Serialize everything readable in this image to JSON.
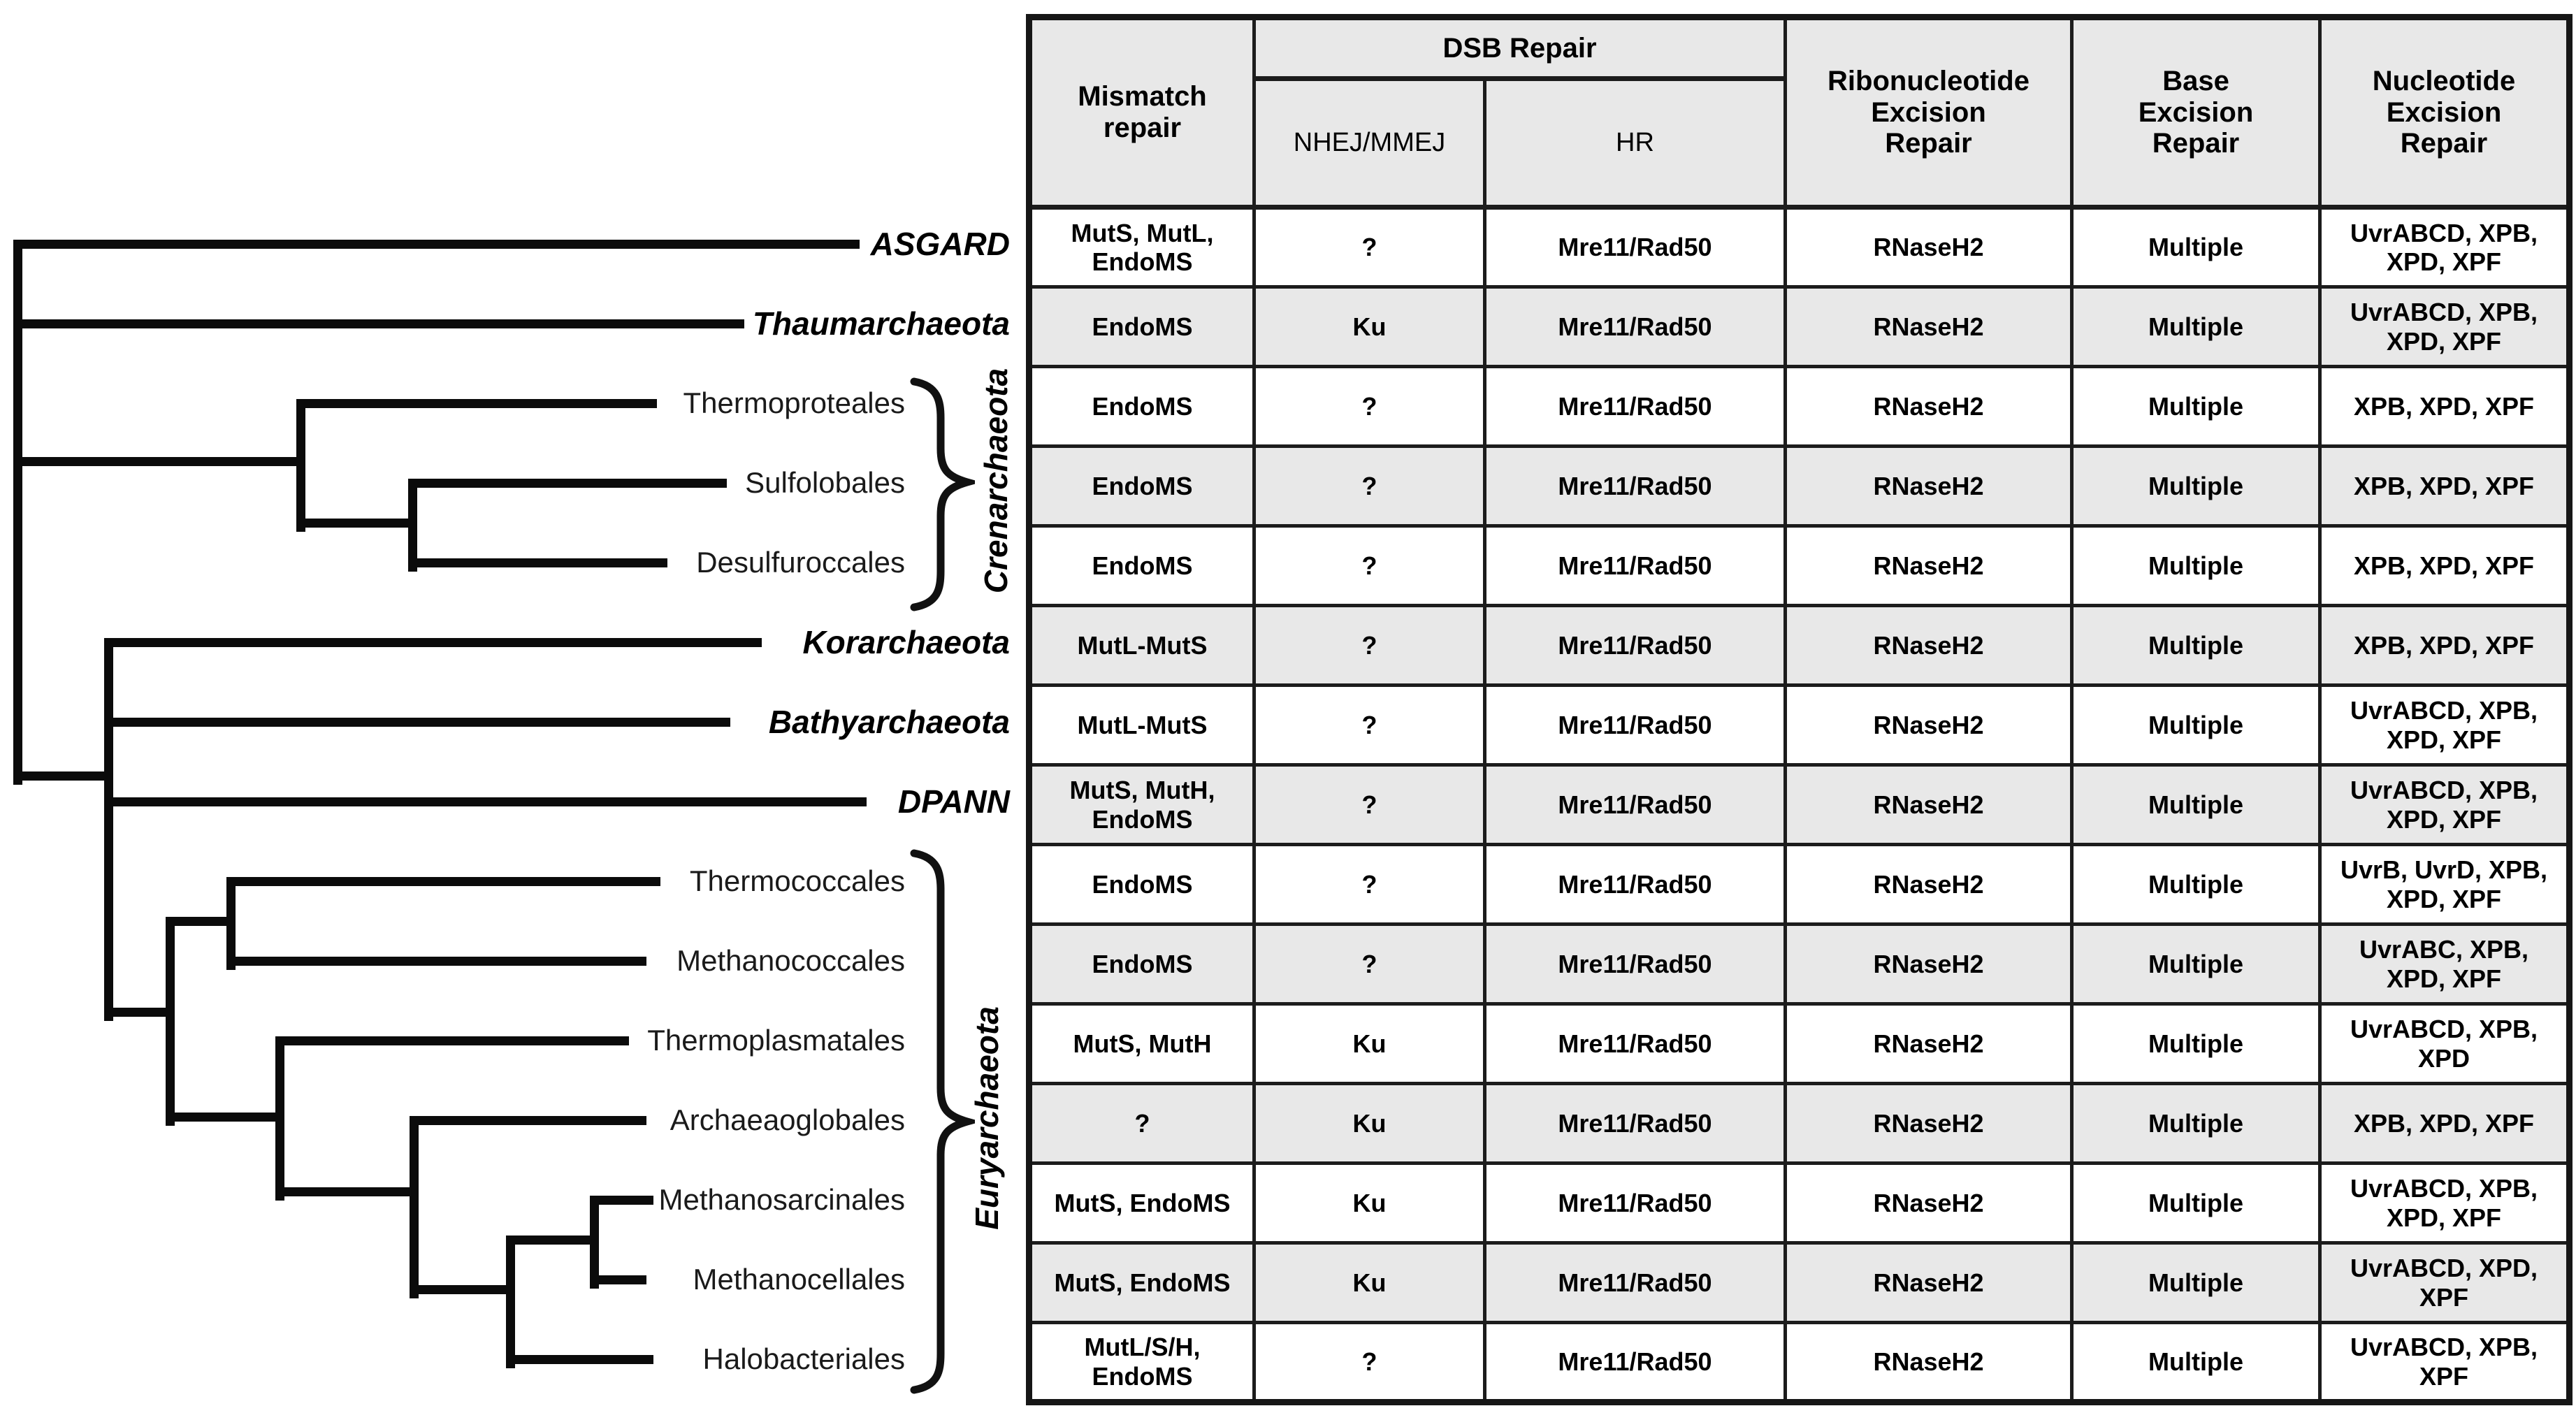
{
  "colors": {
    "row_shade_gray": "#e8e8e8",
    "line_black": "#0b0b0b",
    "table_border": "#1c1c1c",
    "background": "#ffffff"
  },
  "tree": {
    "leaves": [
      {
        "label": "ASGARD",
        "rank": "phylum"
      },
      {
        "label": "Thaumarchaeota",
        "rank": "phylum"
      },
      {
        "label": "Thermoproteales",
        "rank": "order"
      },
      {
        "label": "Sulfolobales",
        "rank": "order"
      },
      {
        "label": "Desulfuroccales",
        "rank": "order"
      },
      {
        "label": "Korarchaeota",
        "rank": "phylum"
      },
      {
        "label": "Bathyarchaeota",
        "rank": "phylum"
      },
      {
        "label": "DPANN",
        "rank": "phylum"
      },
      {
        "label": "Thermococcales",
        "rank": "order"
      },
      {
        "label": "Methanococcales",
        "rank": "order"
      },
      {
        "label": "Thermoplasmatales",
        "rank": "order"
      },
      {
        "label": "Archaeaoglobales",
        "rank": "order"
      },
      {
        "label": "Methanosarcinales",
        "rank": "order"
      },
      {
        "label": "Methanocellales",
        "rank": "order"
      },
      {
        "label": "Halobacteriales",
        "rank": "order"
      }
    ],
    "clades": [
      {
        "label": "Crenarchaeota"
      },
      {
        "label": "Euryarchaeota"
      }
    ]
  },
  "table": {
    "header": {
      "mismatch": "Mismatch\nrepair",
      "dsb": "DSB Repair",
      "dsb_sub": [
        "NHEJ/MMEJ",
        "HR"
      ],
      "rer": "Ribonucleotide\nExcision\nRepair",
      "ber": "Base\nExcision\nRepair",
      "ner": "Nucleotide\nExcision\nRepair"
    },
    "rows": [
      {
        "cells": [
          "MutS, MutL, EndoMS",
          "?",
          "Mre11/Rad50",
          "RNaseH2",
          "Multiple",
          "UvrABCD, XPB, XPD, XPF"
        ]
      },
      {
        "cells": [
          "EndoMS",
          "Ku",
          "Mre11/Rad50",
          "RNaseH2",
          "Multiple",
          "UvrABCD, XPB, XPD, XPF"
        ]
      },
      {
        "cells": [
          "EndoMS",
          "?",
          "Mre11/Rad50",
          "RNaseH2",
          "Multiple",
          "XPB, XPD, XPF"
        ]
      },
      {
        "cells": [
          "EndoMS",
          "?",
          "Mre11/Rad50",
          "RNaseH2",
          "Multiple",
          "XPB, XPD, XPF"
        ]
      },
      {
        "cells": [
          "EndoMS",
          "?",
          "Mre11/Rad50",
          "RNaseH2",
          "Multiple",
          "XPB, XPD, XPF"
        ]
      },
      {
        "cells": [
          "MutL-MutS",
          "?",
          "Mre11/Rad50",
          "RNaseH2",
          "Multiple",
          "XPB, XPD, XPF"
        ]
      },
      {
        "cells": [
          "MutL-MutS",
          "?",
          "Mre11/Rad50",
          "RNaseH2",
          "Multiple",
          "UvrABCD, XPB, XPD, XPF"
        ]
      },
      {
        "cells": [
          "MutS, MutH, EndoMS",
          "?",
          "Mre11/Rad50",
          "RNaseH2",
          "Multiple",
          "UvrABCD, XPB, XPD, XPF"
        ]
      },
      {
        "cells": [
          "EndoMS",
          "?",
          "Mre11/Rad50",
          "RNaseH2",
          "Multiple",
          "UvrB, UvrD, XPB, XPD, XPF"
        ]
      },
      {
        "cells": [
          "EndoMS",
          "?",
          "Mre11/Rad50",
          "RNaseH2",
          "Multiple",
          "UvrABC, XPB, XPD, XPF"
        ]
      },
      {
        "cells": [
          "MutS, MutH",
          "Ku",
          "Mre11/Rad50",
          "RNaseH2",
          "Multiple",
          "UvrABCD, XPB, XPD"
        ]
      },
      {
        "cells": [
          "?",
          "Ku",
          "Mre11/Rad50",
          "RNaseH2",
          "Multiple",
          "XPB, XPD, XPF"
        ]
      },
      {
        "cells": [
          "MutS, EndoMS",
          "Ku",
          "Mre11/Rad50",
          "RNaseH2",
          "Multiple",
          "UvrABCD, XPB, XPD, XPF"
        ]
      },
      {
        "cells": [
          "MutS, EndoMS",
          "Ku",
          "Mre11/Rad50",
          "RNaseH2",
          "Multiple",
          "UvrABCD, XPD, XPF"
        ]
      },
      {
        "cells": [
          "MutL/S/H, EndoMS",
          "?",
          "Mre11/Rad50",
          "RNaseH2",
          "Multiple",
          "UvrABCD, XPB, XPF"
        ]
      }
    ]
  }
}
